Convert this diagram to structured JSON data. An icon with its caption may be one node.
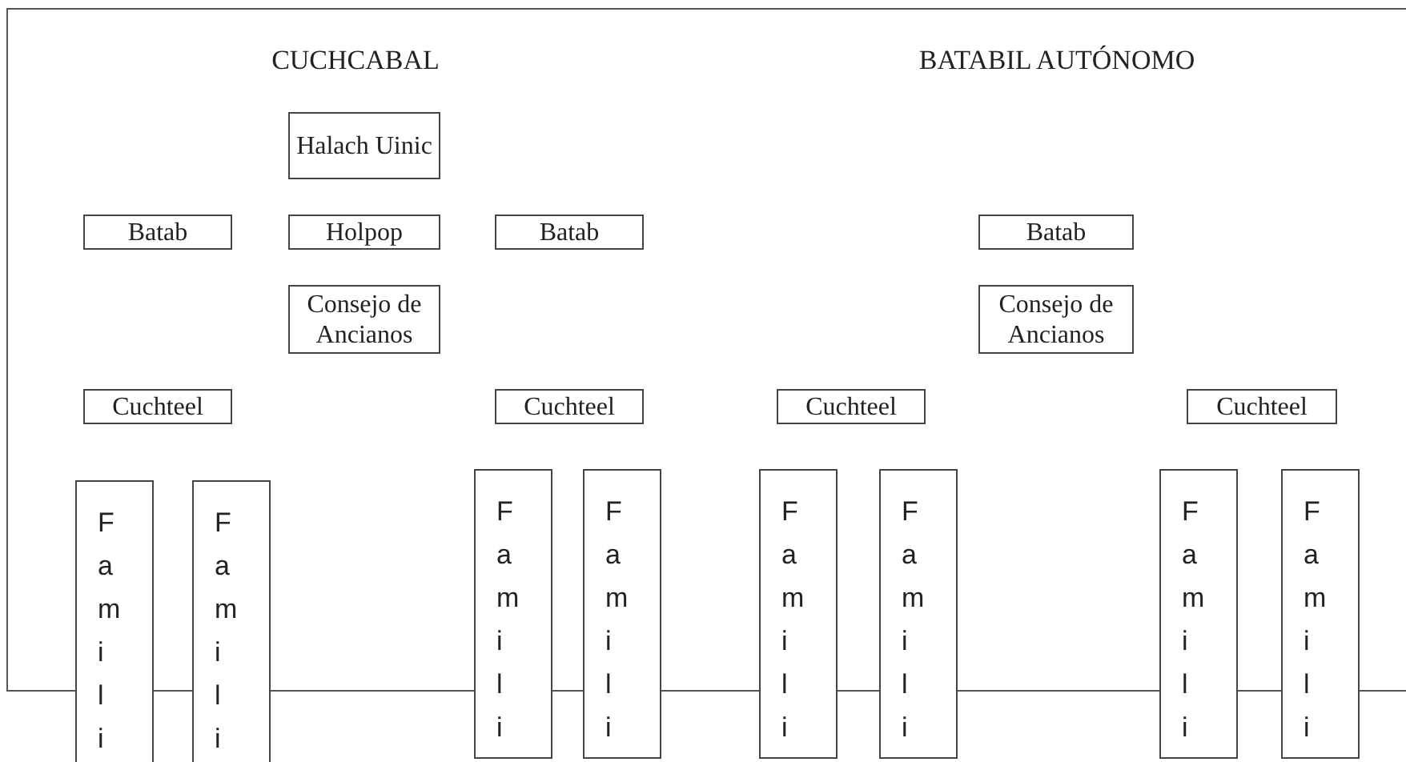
{
  "diagram": {
    "nodes": [
      {
        "text": [
          "Halach Uinic"
        ]
      },
      {
        "text": [
          "Batab"
        ]
      },
      {
        "text": [
          "Holpop"
        ]
      },
      {
        "text": [
          "Batab"
        ]
      },
      {
        "text": [
          "Batab"
        ]
      },
      {
        "text": [
          "Consejo de Ancianos"
        ]
      },
      {
        "text": [
          "Consejo de Ancianos"
        ]
      },
      {
        "text": [
          "Cuchteel"
        ]
      },
      {
        "text": [
          "Cuchteel"
        ]
      },
      {
        "text": [
          "Cuchteel"
        ]
      },
      {
        "text": [
          "Cuchteel"
        ]
      },
      {
        "text": [
          "Famili"
        ]
      },
      {
        "text": [
          "Famili"
        ]
      },
      {
        "text": [
          "Famili"
        ]
      },
      {
        "text": [
          "Famili"
        ]
      },
      {
        "text": [
          "Famili"
        ]
      },
      {
        "text": [
          "Famili"
        ]
      },
      {
        "text": [
          "Famili"
        ]
      },
      {
        "text": [
          "Famili"
        ]
      }
    ],
    "edges": [],
    "labels": [
      "CUCHCABAL",
      "BATABIL AUTÓNOMO"
    ]
  }
}
